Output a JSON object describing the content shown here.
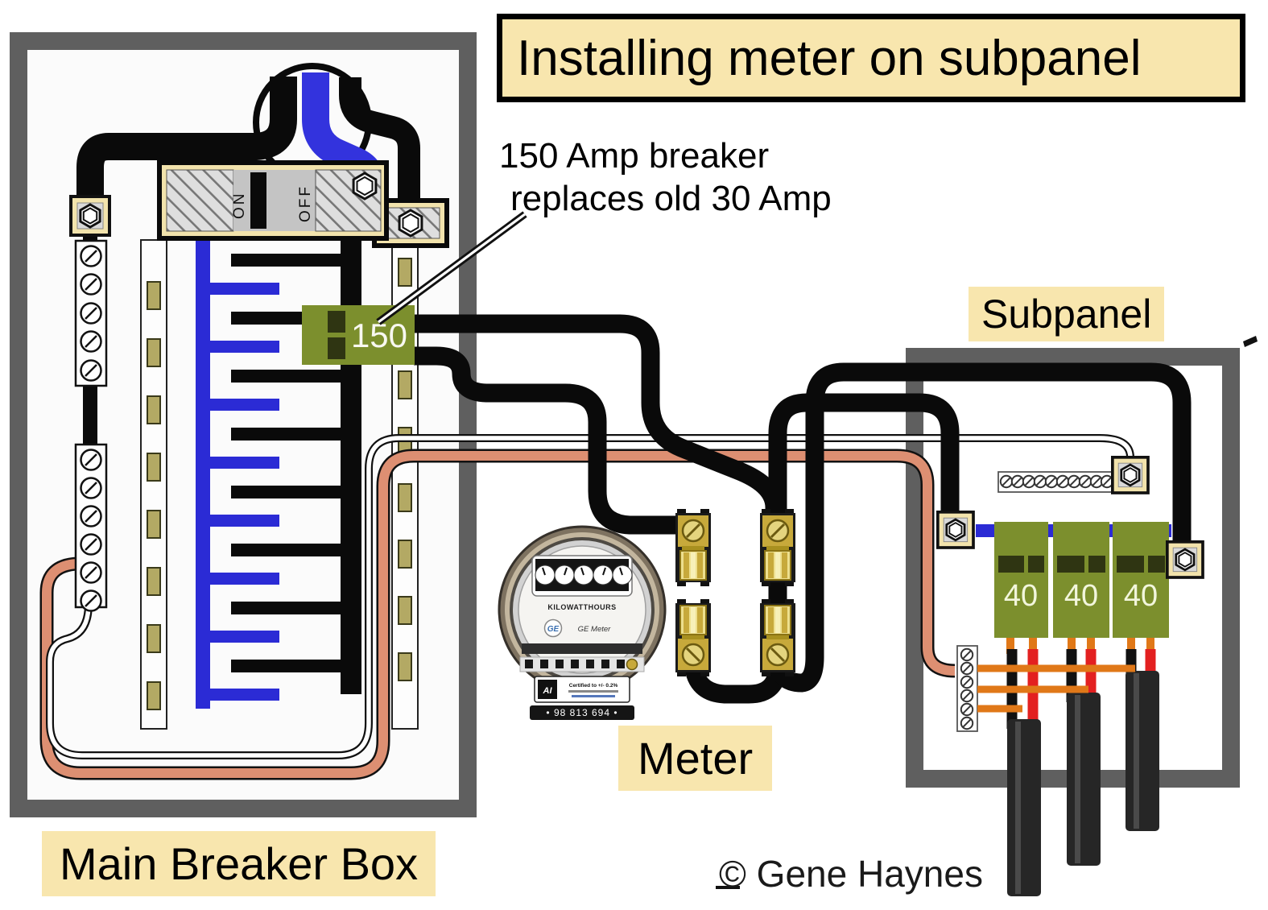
{
  "title": "Installing meter on subpanel",
  "annotation": {
    "line1": "150 Amp breaker",
    "line2": "replaces old 30 Amp"
  },
  "labels": {
    "main_box": "Main Breaker Box",
    "meter": "Meter",
    "subpanel": "Subpanel"
  },
  "copyright": "© Gene Haynes",
  "main_panel": {
    "switch_on": "ON",
    "switch_off": "OFF",
    "breaker_rating": "150"
  },
  "subpanel": {
    "breaker_ratings": [
      "40",
      "40",
      "40"
    ]
  },
  "meter": {
    "face_title": "KILOWATTHOURS",
    "brand": "GE Meter",
    "logo": "GE",
    "label_logo": "AI",
    "certified": "Certified to +/- 0.2%",
    "serial": "• 98 813 694 •"
  },
  "colors": {
    "label_bg": "#F8E6AE",
    "breaker_olive": "#7C8F2D",
    "wire_black": "#0A0A0A",
    "wire_blue": "#3333DD",
    "wire_copper": "#DD8F72",
    "wire_red": "#E32020",
    "wire_orange": "#E07818",
    "panel_frame": "#5F5F5F",
    "brass": "#C7A93B"
  }
}
